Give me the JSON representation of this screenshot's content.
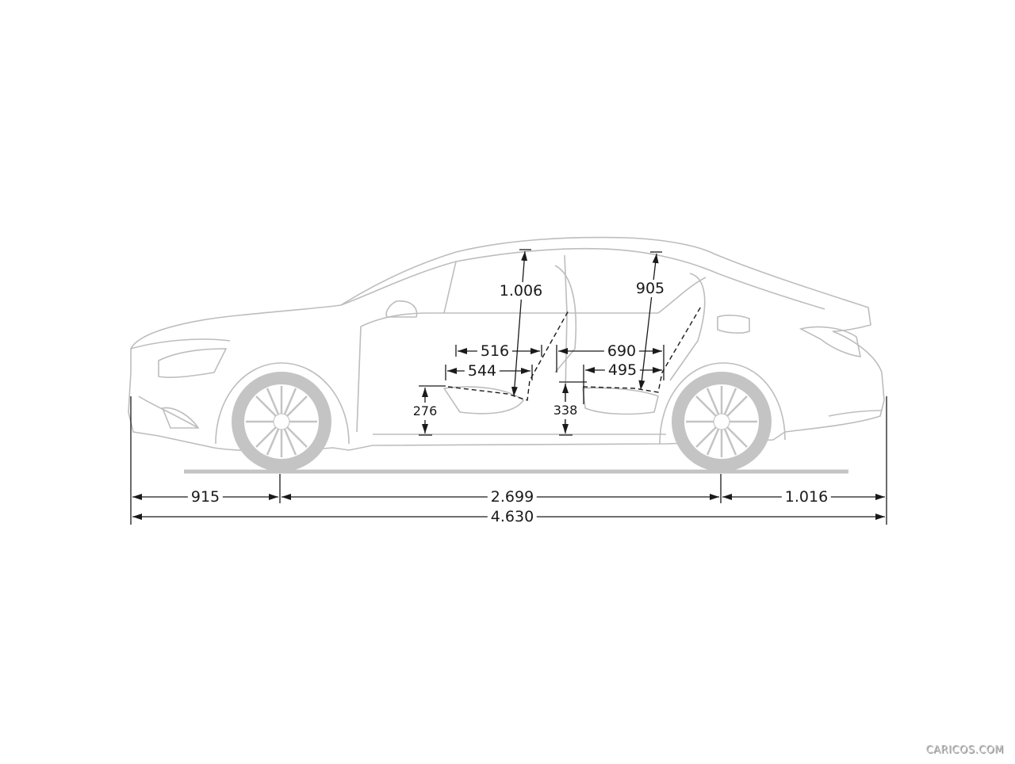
{
  "diagram": {
    "subject": "Coupe side-view dimension drawing",
    "units": "mm",
    "colors": {
      "outline": "#bdbdbd",
      "wheel": "#c4c4c4",
      "dimension": "#1a1a1a",
      "background": "#ffffff"
    },
    "exterior": {
      "front_overhang": "915",
      "wheelbase": "2.699",
      "rear_overhang": "1.016",
      "overall_length": "4.630"
    },
    "interior": {
      "front_headroom": "1.006",
      "rear_headroom": "905",
      "front_seat_length_upper": "516",
      "front_seat_length_lower": "544",
      "rear_legroom_upper": "690",
      "rear_seat_length_lower": "495",
      "front_seat_height": "276",
      "rear_seat_height": "338"
    }
  },
  "watermark": "CARICOS.COM"
}
